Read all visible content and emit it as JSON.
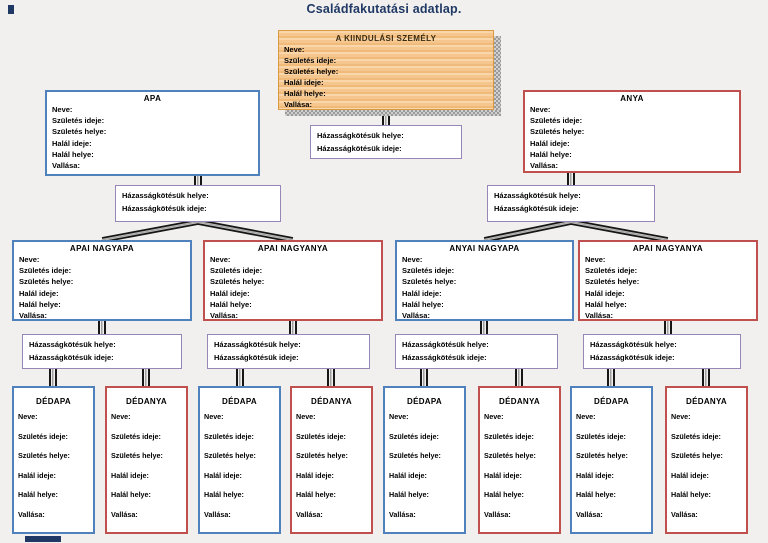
{
  "page": {
    "title": "Családfakutatási adatlap."
  },
  "field_labels": [
    "Neve:",
    "Születés ideje:",
    "Születés helye:",
    "Halál ideje:",
    "Halál helye:",
    "Vallása:"
  ],
  "marriage_labels": [
    "Házasságkötésük helye:",
    "Házasságkötésük ideje:"
  ],
  "persons": {
    "root": {
      "title": "A KIINDULÁSI SZEMÉLY"
    },
    "father": {
      "title": "APA"
    },
    "mother": {
      "title": "ANYA"
    },
    "grandparents": [
      {
        "title": "APAI NAGYAPA"
      },
      {
        "title": "APAI NAGYANYA"
      },
      {
        "title": "ANYAI NAGYAPA"
      },
      {
        "title": "APAI NAGYANYA"
      }
    ],
    "great_grandparents": [
      {
        "title": "DÉDAPA"
      },
      {
        "title": "DÉDANYA"
      },
      {
        "title": "DÉDAPA"
      },
      {
        "title": "DÉDANYA"
      },
      {
        "title": "DÉDAPA"
      },
      {
        "title": "DÉDANYA"
      },
      {
        "title": "DÉDAPA"
      },
      {
        "title": "DÉDANYA"
      }
    ]
  },
  "colors": {
    "male_box_border": "#4F81BD",
    "female_box_border": "#C0504D",
    "marriage_box_border": "#9787B8",
    "root_box_bg": "#F6C48C",
    "root_box_border": "#DC9A40",
    "page_title_text": "#1F3864"
  }
}
